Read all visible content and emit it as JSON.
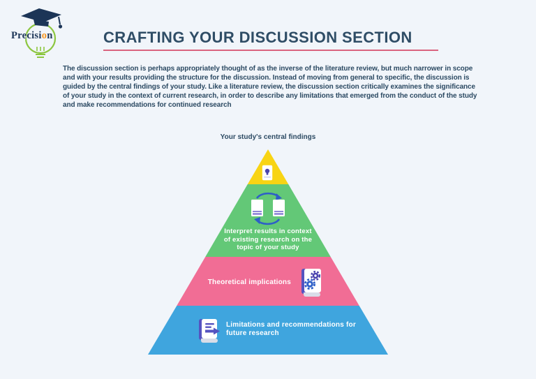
{
  "page": {
    "background_color": "#f1f5fa"
  },
  "logo": {
    "brand": "Precision",
    "brand_prefix": "Precisi",
    "brand_o": "o",
    "brand_suffix": "n",
    "bulb_color": "#8cc63f",
    "cap_color": "#1c3557",
    "accent_o_color": "#f7941d"
  },
  "header": {
    "title": "CRAFTING YOUR DISCUSSION SECTION",
    "title_color": "#2f4d66",
    "underline_color": "#d9647f"
  },
  "intro": {
    "text": "The discussion section is perhaps appropriately thought of as the inverse of the literature review, but much narrower in scope and with your results providing the structure for the discussion. Instead of moving from general to specific, the discussion is guided by the central findings of your study. Like a literature review, the discussion section critically examines the significance of your study in the context of current research, in order to describe any limitations that emerged from the conduct of the study and make recommendations for continued research"
  },
  "pyramid": {
    "caption": "Your study's central findings",
    "levels": [
      {
        "id": "central-findings",
        "color": "#f8d414",
        "label": "",
        "icon": "idea-card-icon"
      },
      {
        "id": "interpret-results",
        "color": "#63c877",
        "label": "Interpret results in context of existing research on the topic of your study",
        "icon": "sync-documents-icon"
      },
      {
        "id": "theoretical-implications",
        "color": "#f16d95",
        "label": "Theoretical implications",
        "icon": "book-gears-icon"
      },
      {
        "id": "limitations-recommendations",
        "color": "#3fa5de",
        "label": "Limitations and recommendations for future research",
        "icon": "book-arrow-icon"
      }
    ]
  }
}
